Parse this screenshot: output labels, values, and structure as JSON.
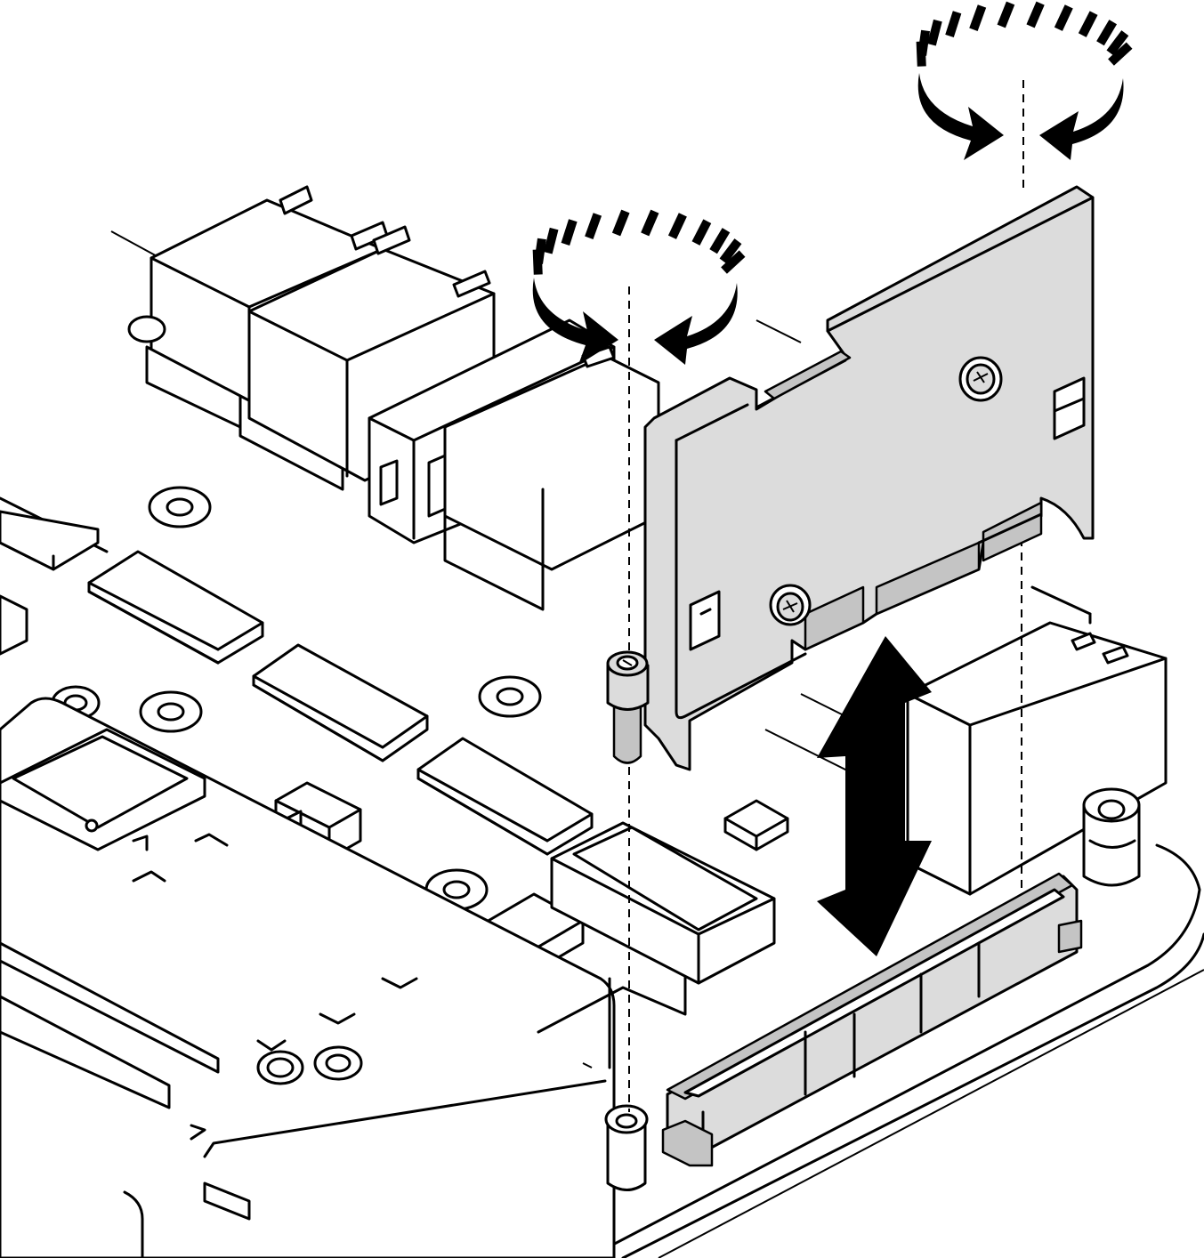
{
  "diagram": {
    "kind": "hardware installation illustration",
    "colors": {
      "line": "#000000",
      "background": "#ffffff",
      "adapter_fill": "#dcdcdc",
      "adapter_shade": "#c4c4c4",
      "arrow": "#000000"
    },
    "components": {
      "adapter": "adapter-card-with-bracket",
      "slot": "riser-slot-connector",
      "left_screw": "captive-screw-left",
      "right_screw": "captive-screw-right"
    },
    "arrows": {
      "left_rotation": "rotate-screw-arrow-icon",
      "right_rotation": "rotate-screw-arrow-icon",
      "insert_remove": "double-vertical-arrow-icon"
    }
  }
}
